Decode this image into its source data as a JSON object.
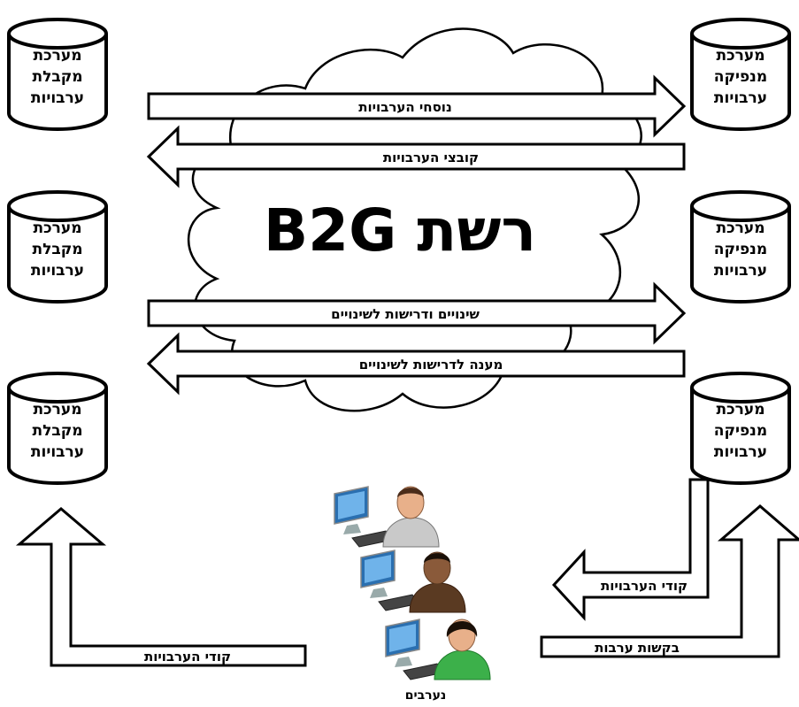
{
  "title": "רשת B2G",
  "receiver_system": {
    "line1": "מערכת",
    "line2": "מקבלת",
    "line3": "ערבויות"
  },
  "provider_system": {
    "line1": "מערכת",
    "line2": "מנפיקה",
    "line3": "ערבויות"
  },
  "arrows": {
    "versions": "נוסחי הערבויות",
    "files": "קובצי הערבויות",
    "changes": "שינויים ודרישות לשינויים",
    "response": "מענה לדרישות לשינויים",
    "codes_right": "קודי הערבויות",
    "request": "בקשות ערבות",
    "codes_left": "קודי הערבויות"
  },
  "beneficiaries": "נערבים"
}
